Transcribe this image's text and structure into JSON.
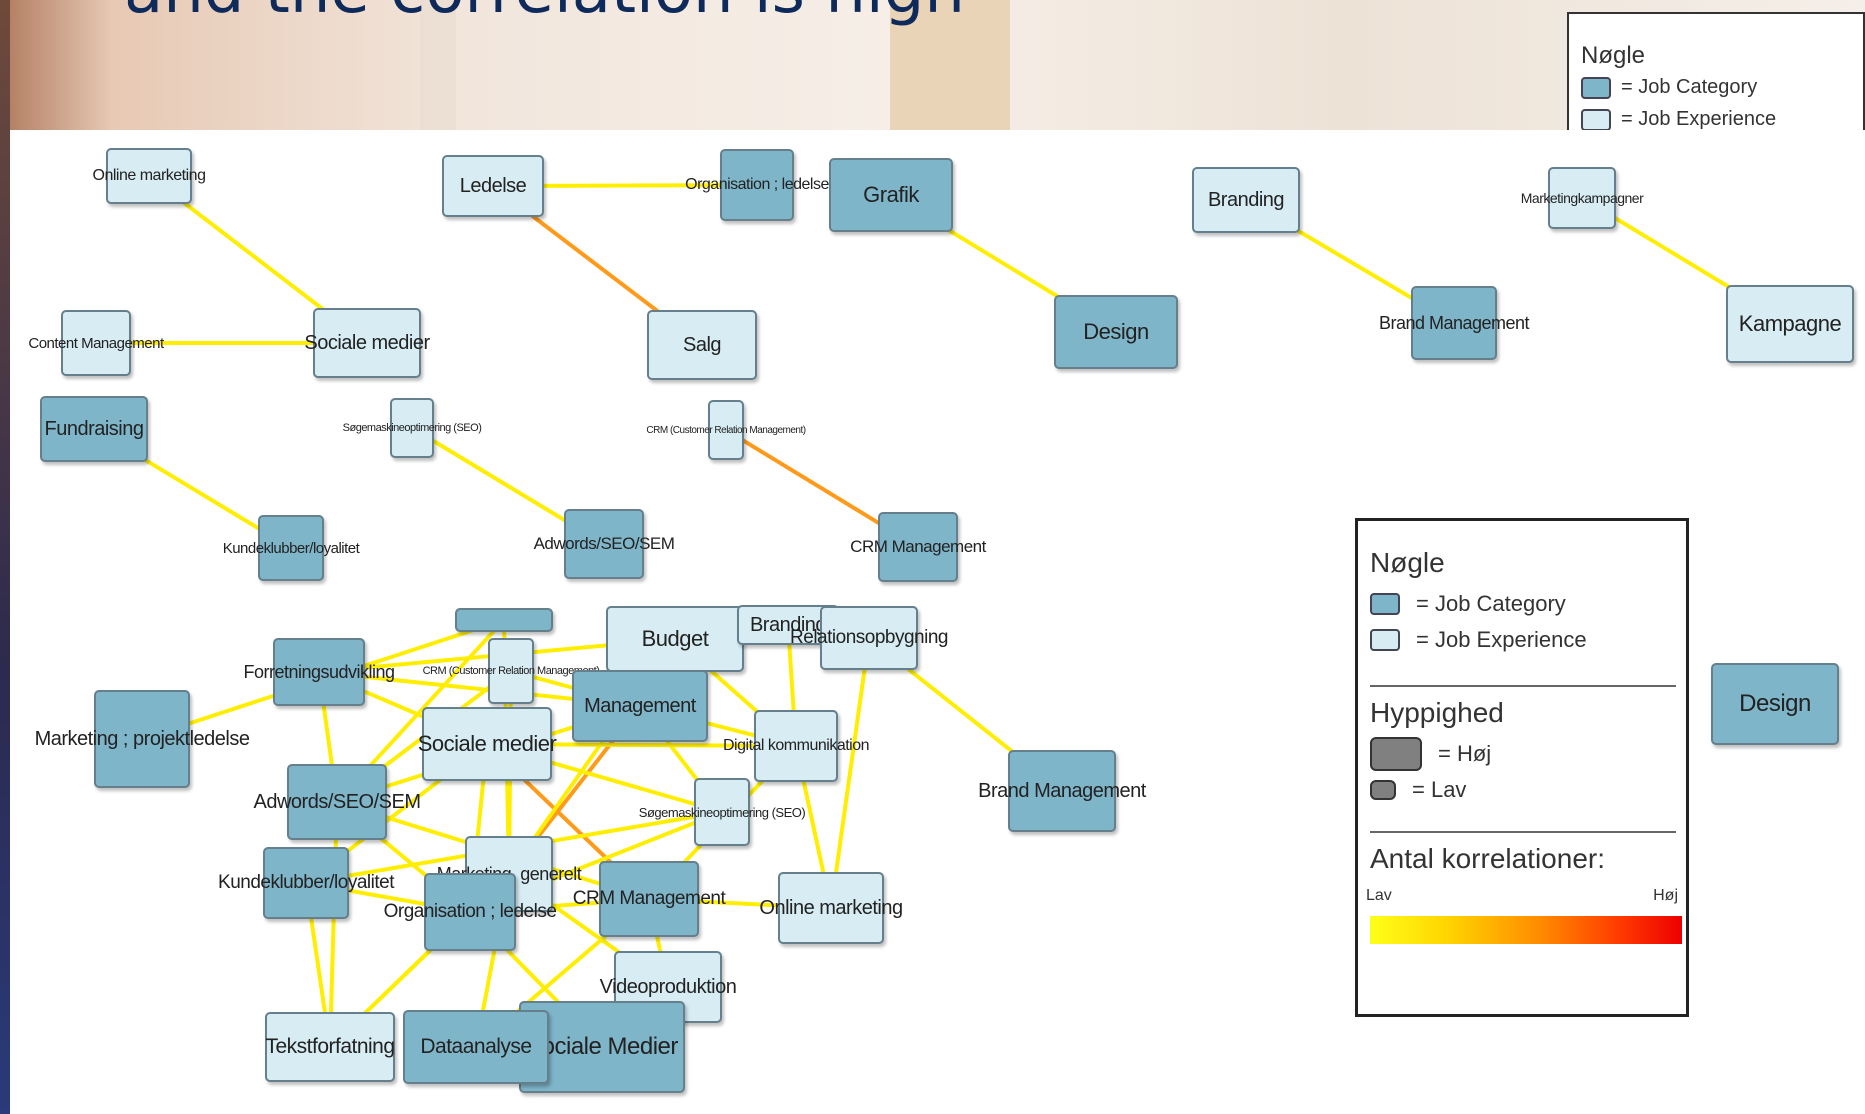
{
  "slide": {
    "heading": "and the correlation is high"
  },
  "legend_top": {
    "title": "Nøgle",
    "job_category": "= Job Category",
    "job_experience": "= Job Experience"
  },
  "legend": {
    "title": "Nøgle",
    "job_category": "= Job Category",
    "job_experience": "= Job Experience",
    "frequency_title": "Hyppighed",
    "high": "= Høj",
    "low": "= Lav",
    "correlations_title": "Antal korrelationer:",
    "scale_low": "Lav",
    "scale_high": "Høj"
  },
  "colors": {
    "job_category": "#7fb5c9",
    "job_experience": "#d7ecf3",
    "edge_low": "#ffee00",
    "edge_mid": "#ff9a1a"
  },
  "nodes": [
    {
      "id": "n1",
      "label": "Online marketing",
      "kind": "exp"
    },
    {
      "id": "n2",
      "label": "Ledelse",
      "kind": "exp"
    },
    {
      "id": "n3",
      "label": "Organisation ; ledelse",
      "kind": "cat"
    },
    {
      "id": "n4",
      "label": "Grafik",
      "kind": "cat"
    },
    {
      "id": "n5",
      "label": "Branding",
      "kind": "exp"
    },
    {
      "id": "n6",
      "label": "Marketingkampagner",
      "kind": "exp"
    },
    {
      "id": "n7",
      "label": "Content Management",
      "kind": "exp"
    },
    {
      "id": "n8",
      "label": "Sociale medier",
      "kind": "exp"
    },
    {
      "id": "n9",
      "label": "Salg",
      "kind": "exp"
    },
    {
      "id": "n10",
      "label": "Design",
      "kind": "cat"
    },
    {
      "id": "n11",
      "label": "Brand Management",
      "kind": "cat"
    },
    {
      "id": "n12",
      "label": "Kampagne",
      "kind": "exp"
    },
    {
      "id": "n13",
      "label": "Fundraising",
      "kind": "cat"
    },
    {
      "id": "n14",
      "label": "Søgemaskineoptimering (SEO)",
      "kind": "exp"
    },
    {
      "id": "n15",
      "label": "CRM (Customer Relation Management)",
      "kind": "exp"
    },
    {
      "id": "n16",
      "label": "Kundeklubber/loyalitet",
      "kind": "cat"
    },
    {
      "id": "n17",
      "label": "Adwords/SEO/SEM",
      "kind": "cat"
    },
    {
      "id": "n18",
      "label": "CRM Management",
      "kind": "cat"
    },
    {
      "id": "c1",
      "label": "",
      "kind": "cat"
    },
    {
      "id": "c2",
      "label": "Budget",
      "kind": "exp"
    },
    {
      "id": "c3",
      "label": "Branding",
      "kind": "exp"
    },
    {
      "id": "c4",
      "label": "Relationsopbygning",
      "kind": "exp"
    },
    {
      "id": "c5",
      "label": "Forretningsudvikling",
      "kind": "cat"
    },
    {
      "id": "c6",
      "label": "CRM (Customer Relation Management)",
      "kind": "exp"
    },
    {
      "id": "c7",
      "label": "Management",
      "kind": "cat"
    },
    {
      "id": "c8",
      "label": "Marketing ; projektledelse",
      "kind": "cat"
    },
    {
      "id": "c9",
      "label": "Sociale medier",
      "kind": "exp"
    },
    {
      "id": "c10",
      "label": "Digital kommunikation",
      "kind": "exp"
    },
    {
      "id": "c11",
      "label": "Adwords/SEO/SEM",
      "kind": "cat"
    },
    {
      "id": "c12",
      "label": "Søgemaskineoptimering (SEO)",
      "kind": "exp"
    },
    {
      "id": "c13",
      "label": "Marketing, generelt",
      "kind": "exp"
    },
    {
      "id": "c14",
      "label": "Brand Management",
      "kind": "cat"
    },
    {
      "id": "c15",
      "label": "Kundeklubber/loyalitet",
      "kind": "cat"
    },
    {
      "id": "c16",
      "label": "CRM Management",
      "kind": "cat"
    },
    {
      "id": "c17",
      "label": "Organisation ; ledelse",
      "kind": "cat"
    },
    {
      "id": "c18",
      "label": "Online marketing",
      "kind": "exp"
    },
    {
      "id": "c19",
      "label": "Videoproduktion",
      "kind": "exp"
    },
    {
      "id": "c20",
      "label": "Sociale Medier",
      "kind": "cat"
    },
    {
      "id": "c21",
      "label": "Tekstforfatning",
      "kind": "exp"
    },
    {
      "id": "c22",
      "label": "Dataanalyse",
      "kind": "cat"
    },
    {
      "id": "c23",
      "label": "Design",
      "kind": "cat"
    }
  ],
  "edges": [
    {
      "from": "n1",
      "to": "n8",
      "strength": "low"
    },
    {
      "from": "n7",
      "to": "n8",
      "strength": "low"
    },
    {
      "from": "n2",
      "to": "n3",
      "strength": "low"
    },
    {
      "from": "n2",
      "to": "n9",
      "strength": "mid"
    },
    {
      "from": "n4",
      "to": "n10",
      "strength": "low"
    },
    {
      "from": "n5",
      "to": "n11",
      "strength": "low"
    },
    {
      "from": "n6",
      "to": "n12",
      "strength": "low"
    },
    {
      "from": "n13",
      "to": "n16",
      "strength": "low"
    },
    {
      "from": "n14",
      "to": "n17",
      "strength": "low"
    },
    {
      "from": "n15",
      "to": "n18",
      "strength": "mid"
    },
    {
      "from": "c4",
      "to": "c14",
      "strength": "low"
    },
    {
      "from": "c9",
      "to": "c16",
      "strength": "mid"
    },
    {
      "from": "c7",
      "to": "c13",
      "strength": "mid"
    },
    {
      "from": "c5",
      "to": "c7",
      "strength": "low"
    },
    {
      "from": "c5",
      "to": "c9",
      "strength": "low"
    },
    {
      "from": "c5",
      "to": "c11",
      "strength": "low"
    },
    {
      "from": "c6",
      "to": "c13",
      "strength": "low"
    },
    {
      "from": "c6",
      "to": "c11",
      "strength": "low"
    },
    {
      "from": "c7",
      "to": "c10",
      "strength": "low"
    },
    {
      "from": "c7",
      "to": "c11",
      "strength": "low"
    },
    {
      "from": "c7",
      "to": "c12",
      "strength": "low"
    },
    {
      "from": "c9",
      "to": "c10",
      "strength": "low"
    },
    {
      "from": "c9",
      "to": "c12",
      "strength": "low"
    },
    {
      "from": "c9",
      "to": "c15",
      "strength": "low"
    },
    {
      "from": "c9",
      "to": "c17",
      "strength": "low"
    },
    {
      "from": "c10",
      "to": "c16",
      "strength": "low"
    },
    {
      "from": "c10",
      "to": "c18",
      "strength": "low"
    },
    {
      "from": "c11",
      "to": "c16",
      "strength": "low"
    },
    {
      "from": "c11",
      "to": "c17",
      "strength": "low"
    },
    {
      "from": "c11",
      "to": "c21",
      "strength": "low"
    },
    {
      "from": "c12",
      "to": "c17",
      "strength": "low"
    },
    {
      "from": "c12",
      "to": "c15",
      "strength": "low"
    },
    {
      "from": "c13",
      "to": "c21",
      "strength": "low"
    },
    {
      "from": "c13",
      "to": "c22",
      "strength": "low"
    },
    {
      "from": "c13",
      "to": "c19",
      "strength": "low"
    },
    {
      "from": "c15",
      "to": "c17",
      "strength": "low"
    },
    {
      "from": "c16",
      "to": "c17",
      "strength": "low"
    },
    {
      "from": "c16",
      "to": "c19",
      "strength": "low"
    },
    {
      "from": "c16",
      "to": "c22",
      "strength": "low"
    },
    {
      "from": "c17",
      "to": "c21",
      "strength": "low"
    },
    {
      "from": "c17",
      "to": "c20",
      "strength": "low"
    },
    {
      "from": "c19",
      "to": "c22",
      "strength": "low"
    },
    {
      "from": "c18",
      "to": "c16",
      "strength": "low"
    },
    {
      "from": "c2",
      "to": "c10",
      "strength": "low"
    },
    {
      "from": "c2",
      "to": "c5",
      "strength": "low"
    },
    {
      "from": "c3",
      "to": "c10",
      "strength": "low"
    },
    {
      "from": "c4",
      "to": "c18",
      "strength": "low"
    },
    {
      "from": "c1",
      "to": "c11",
      "strength": "low"
    },
    {
      "from": "c6",
      "to": "c7",
      "strength": "low"
    },
    {
      "from": "c2",
      "to": "c13",
      "strength": "low"
    },
    {
      "from": "c1",
      "to": "c13",
      "strength": "low"
    },
    {
      "from": "c15",
      "to": "c21",
      "strength": "low"
    },
    {
      "from": "c8",
      "to": "c1",
      "strength": "low"
    }
  ]
}
